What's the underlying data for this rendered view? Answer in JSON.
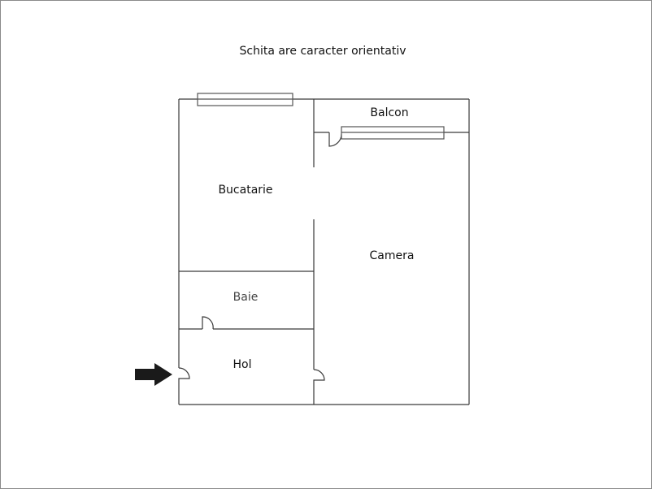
{
  "title": "Schita are caracter orientativ",
  "rooms": {
    "balcon": "Balcon",
    "bucatarie": "Bucatarie",
    "camera": "Camera",
    "baie": "Baie",
    "hol": "Hol"
  },
  "icons": {
    "entrance": "entrance-arrow-icon"
  },
  "colors": {
    "wall": "#3a3a3a",
    "window": "#555555",
    "arrow": "#1a1a1a",
    "background": "#ffffff",
    "frame": "#8a8a8a"
  }
}
